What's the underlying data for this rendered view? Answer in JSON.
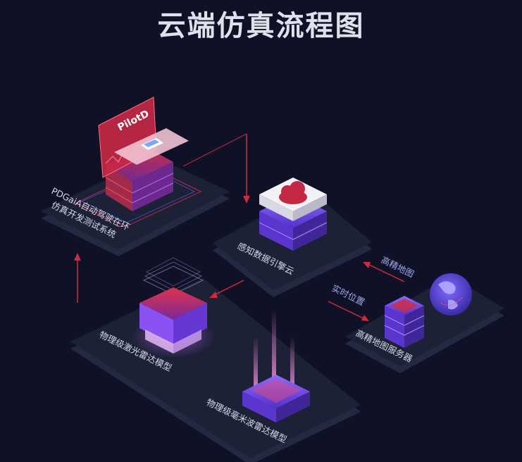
{
  "title": "云端仿真流程图",
  "nodes": {
    "pdgaia": {
      "line1": "PDGaiA自动驾驶在环",
      "line2": "仿真开发测试系统",
      "screen_label": "PilotD"
    },
    "perception_cloud": {
      "label": "感知数据引擎云"
    },
    "lidar_model": {
      "label": "物理级激光雷达模型"
    },
    "mmwave_model": {
      "label": "物理级毫米波雷达模型"
    },
    "hd_map_server": {
      "label": "高精地图服务器"
    }
  },
  "edges": {
    "hd_map": {
      "label": "高精地图"
    },
    "realtime_position": {
      "label": "实时位置"
    }
  },
  "colors": {
    "background": "#0f1226",
    "platform": "#1d2136",
    "accent_red": "#d2293c",
    "accent_purple": "#7a4cf0"
  }
}
